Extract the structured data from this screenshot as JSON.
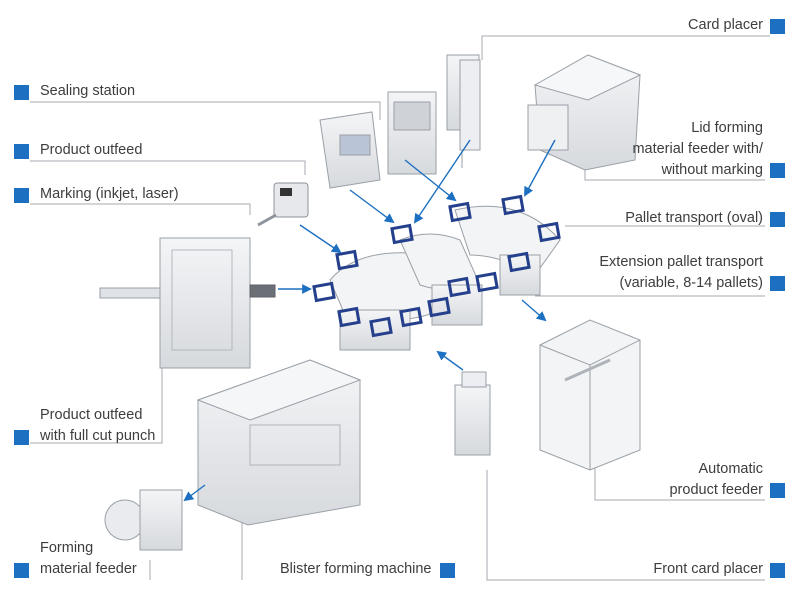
{
  "labels": {
    "card_placer": "Card placer",
    "sealing_station": "Sealing station",
    "product_outfeed": "Product outfeed",
    "marking": "Marking (inkjet, laser)",
    "lid_forming": [
      "Lid forming",
      "material feeder with/",
      "without marking"
    ],
    "pallet_oval": "Pallet transport (oval)",
    "extension": [
      "Extension pallet transport",
      "(variable, 8-14 pallets)"
    ],
    "outfeed_cut": [
      "Product outfeed",
      "with full cut punch"
    ],
    "auto_feeder": [
      "Automatic",
      "product feeder"
    ],
    "forming_feeder": [
      "Forming",
      "material feeder"
    ],
    "blister_machine": "Blister forming machine",
    "front_card_placer": "Front card placer"
  },
  "colors": {
    "accent": "#1d6fc1",
    "machine_fill": "#e6e8eb",
    "machine_stroke": "#9aa0a7",
    "leader": "#a6aab0"
  }
}
